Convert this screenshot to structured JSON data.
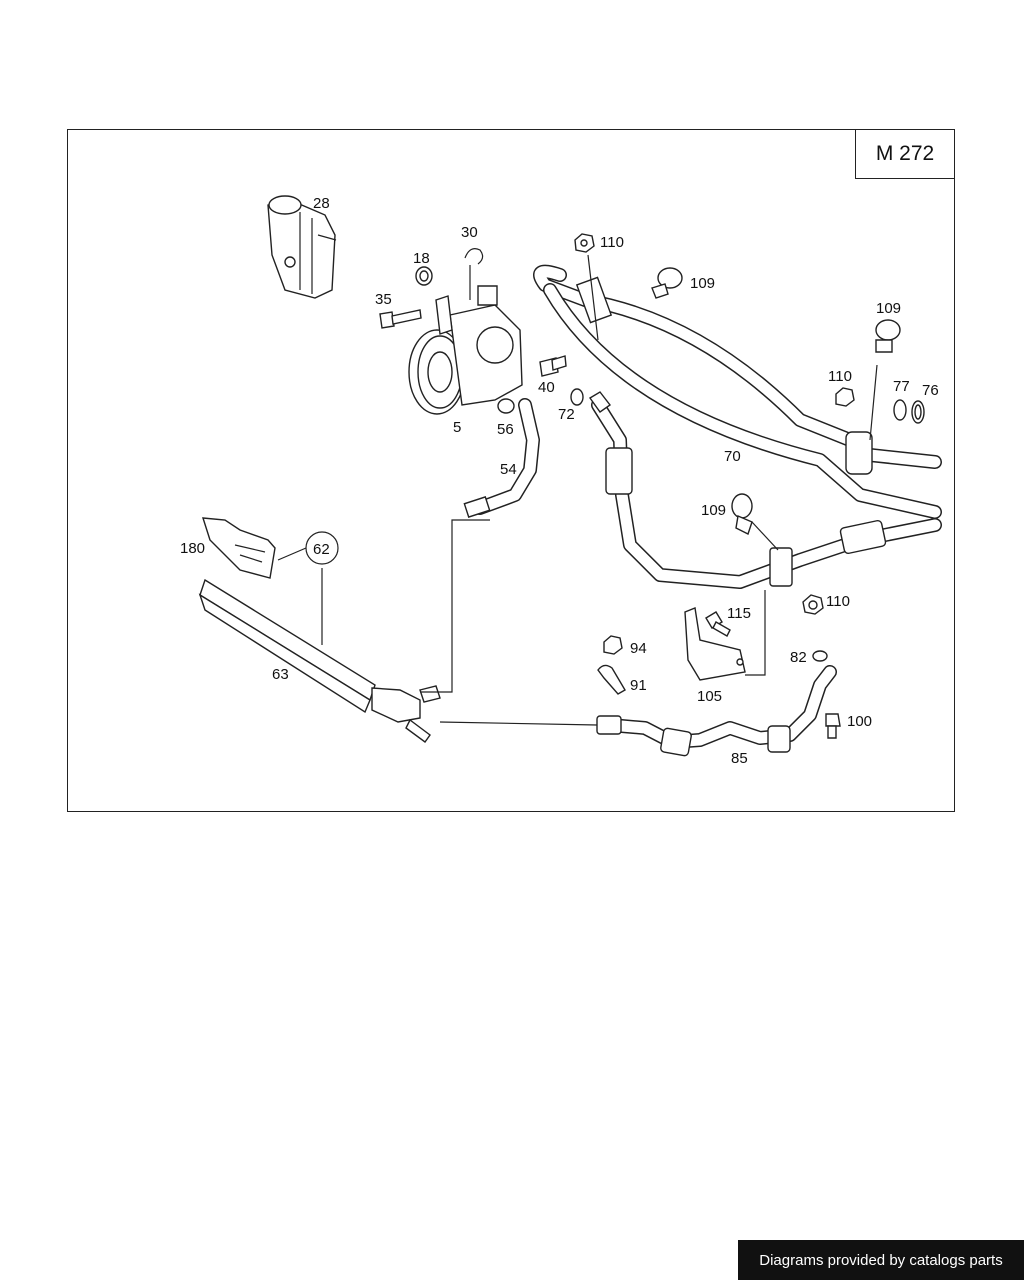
{
  "model_code": "M 272",
  "footer_text": "Diagrams provided by catalogs parts",
  "callouts": [
    {
      "id": "c28",
      "text": "28"
    },
    {
      "id": "c30",
      "text": "30"
    },
    {
      "id": "c18",
      "text": "18"
    },
    {
      "id": "c35",
      "text": "35"
    },
    {
      "id": "c40",
      "text": "40"
    },
    {
      "id": "c5",
      "text": "5"
    },
    {
      "id": "c56",
      "text": "56"
    },
    {
      "id": "c72",
      "text": "72"
    },
    {
      "id": "c54",
      "text": "54"
    },
    {
      "id": "c110a",
      "text": "110"
    },
    {
      "id": "c109a",
      "text": "109"
    },
    {
      "id": "c109b",
      "text": "109"
    },
    {
      "id": "c110b",
      "text": "110"
    },
    {
      "id": "c77",
      "text": "77"
    },
    {
      "id": "c76",
      "text": "76"
    },
    {
      "id": "c70",
      "text": "70"
    },
    {
      "id": "c109c",
      "text": "109"
    },
    {
      "id": "c180",
      "text": "180"
    },
    {
      "id": "c62",
      "text": "62"
    },
    {
      "id": "c110c",
      "text": "110"
    },
    {
      "id": "c115",
      "text": "115"
    },
    {
      "id": "c94",
      "text": "94"
    },
    {
      "id": "c91",
      "text": "91"
    },
    {
      "id": "c82",
      "text": "82"
    },
    {
      "id": "c105",
      "text": "105"
    },
    {
      "id": "c63",
      "text": "63"
    },
    {
      "id": "c100",
      "text": "100"
    },
    {
      "id": "c85",
      "text": "85"
    }
  ]
}
